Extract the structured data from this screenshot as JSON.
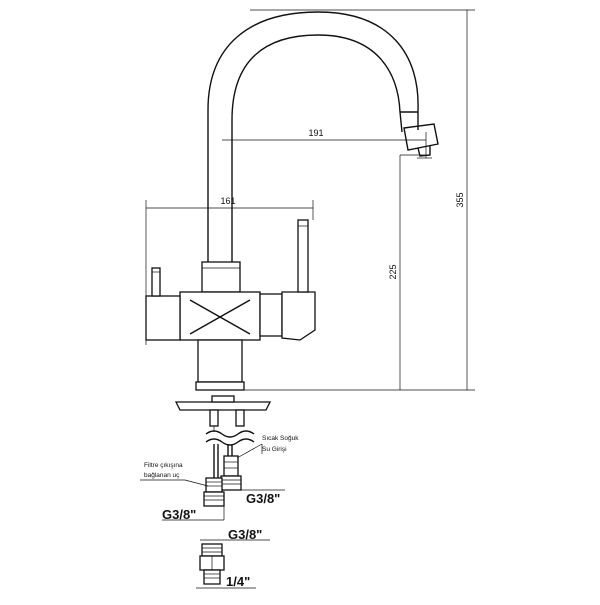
{
  "dimensions": {
    "spout_reach": "191",
    "body_width": "161",
    "spout_height": "225",
    "total_height": "355"
  },
  "labels": {
    "hot_cold_inlet_line1": "Sıcak Soğuk",
    "hot_cold_inlet_line2": "Su Girişi",
    "filter_outlet_line1": "Filtre çıkışına",
    "filter_outlet_line2": "bağlanan uç",
    "thread_hot_cold": "G3/8\"",
    "thread_filter": "G3/8\"",
    "thread_adapter_top": "G3/8\"",
    "thread_adapter_bottom": "1/4\""
  }
}
